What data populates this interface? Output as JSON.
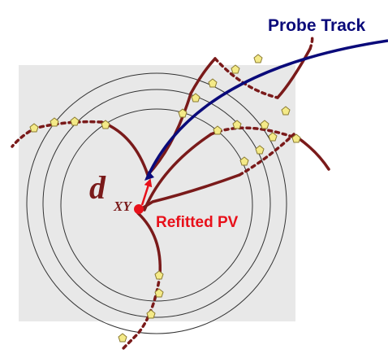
{
  "labels": {
    "probe_track": "Probe Track",
    "d_symbol": "d",
    "d_subscript": "XY",
    "refitted_pv": "Refitted PV"
  },
  "colors": {
    "background": "#ffffff",
    "detector_region": "#e8e8e8",
    "detector_layers": "#333333",
    "probe_track": "#0a0a7a",
    "other_tracks": "#7a1a1a",
    "hit_fill": "#f4ea88",
    "hit_stroke": "#8a7a30",
    "annotation": "#e8101a",
    "d_symbol": "#7a1a1a"
  },
  "icons": {
    "hit": "pentagon-hit-icon",
    "vertex": "vertex-dot-icon"
  }
}
